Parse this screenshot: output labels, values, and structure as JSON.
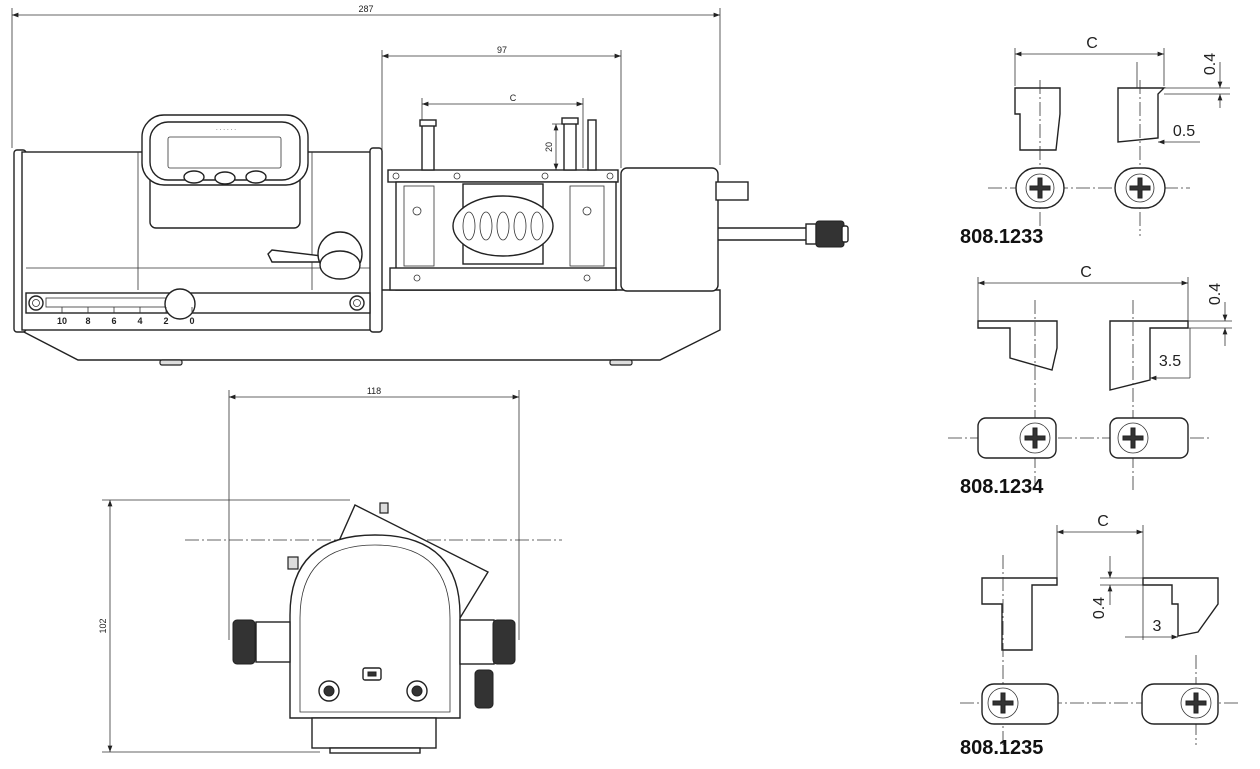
{
  "main_view": {
    "dim_overall": "287",
    "dim_table": "97",
    "dim_c": "C",
    "dim_height": "20",
    "scale_labels": [
      "10",
      "8",
      "6",
      "4",
      "2",
      "0"
    ]
  },
  "end_view": {
    "dim_width": "118",
    "dim_height": "102"
  },
  "jaws": [
    {
      "code": "808.1233",
      "dim_c": "C",
      "dim_gap": "0.4",
      "dim_depth": "0.5"
    },
    {
      "code": "808.1234",
      "dim_c": "C",
      "dim_gap": "0.4",
      "dim_depth": "3.5"
    },
    {
      "code": "808.1235",
      "dim_c": "C",
      "dim_gap": "0.4",
      "dim_depth": "3"
    }
  ]
}
